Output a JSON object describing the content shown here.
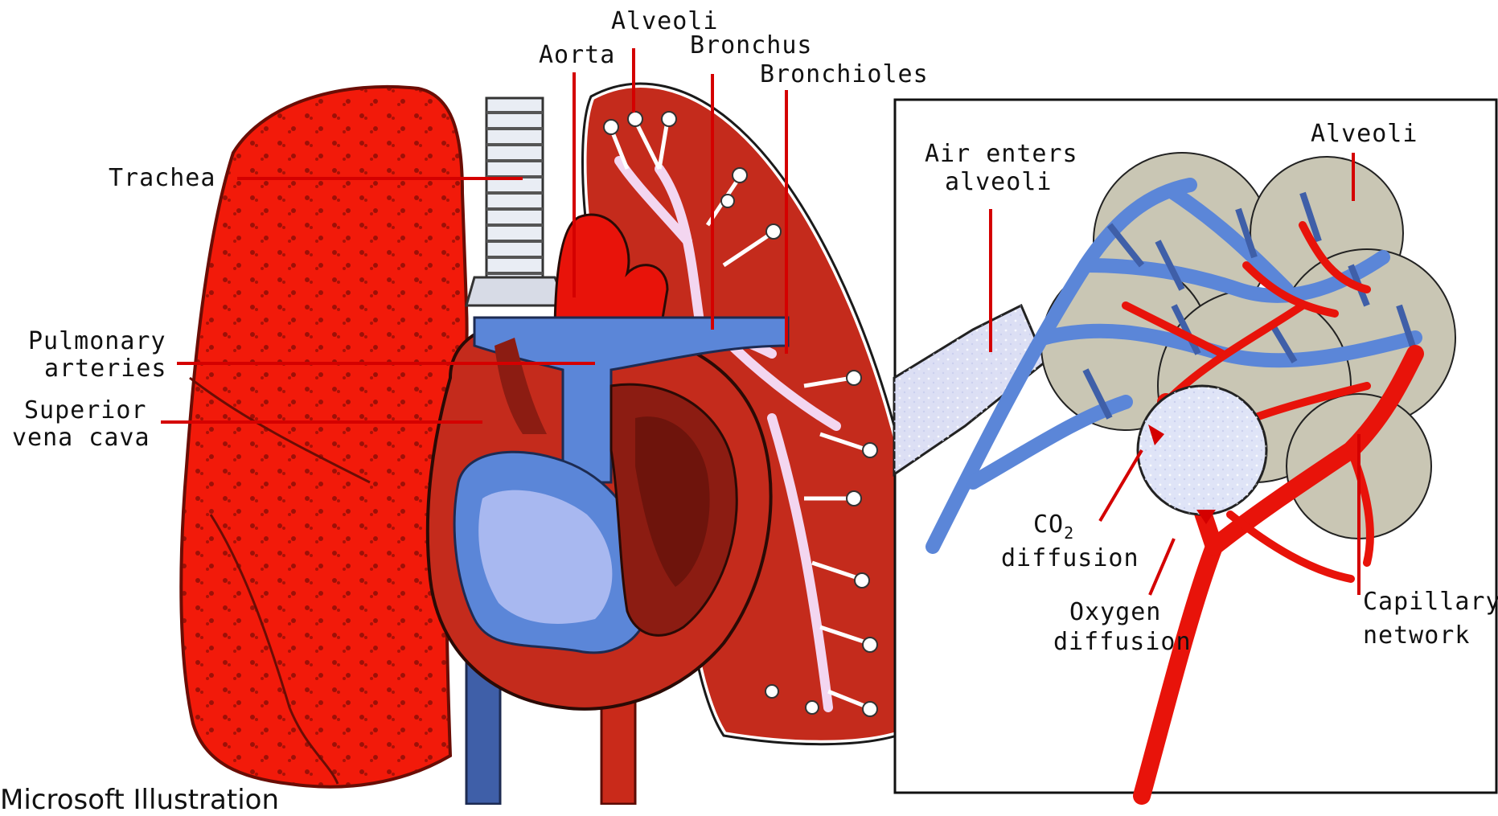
{
  "labels": {
    "alveoli_top": "Alveoli",
    "aorta": "Aorta",
    "bronchus": "Bronchus",
    "bronchioles": "Bronchioles",
    "trachea": "Trachea",
    "pulmonary_arteries_1": "Pulmonary",
    "pulmonary_arteries_2": "arteries",
    "superior_vena_cava_1": "Superior",
    "superior_vena_cava_2": "vena cava",
    "air_enters_1": "Air enters",
    "air_enters_2": "alveoli",
    "alveoli_inset": "Alveoli",
    "co2_base": "CO",
    "co2_sub": "2",
    "co2_diffusion": "diffusion",
    "oxygen_1": "Oxygen",
    "oxygen_2": "diffusion",
    "capillary_1": "Capillary",
    "capillary_2": "network"
  },
  "credit": "Microsoft Illustration",
  "colors": {
    "lung_red": "#f21a0a",
    "lung_dark": "#c42b1c",
    "vein_blue": "#5b86d8",
    "light_blue": "#a8b8f0",
    "leader_red": "#d40000",
    "aorta_red": "#e8130a"
  }
}
